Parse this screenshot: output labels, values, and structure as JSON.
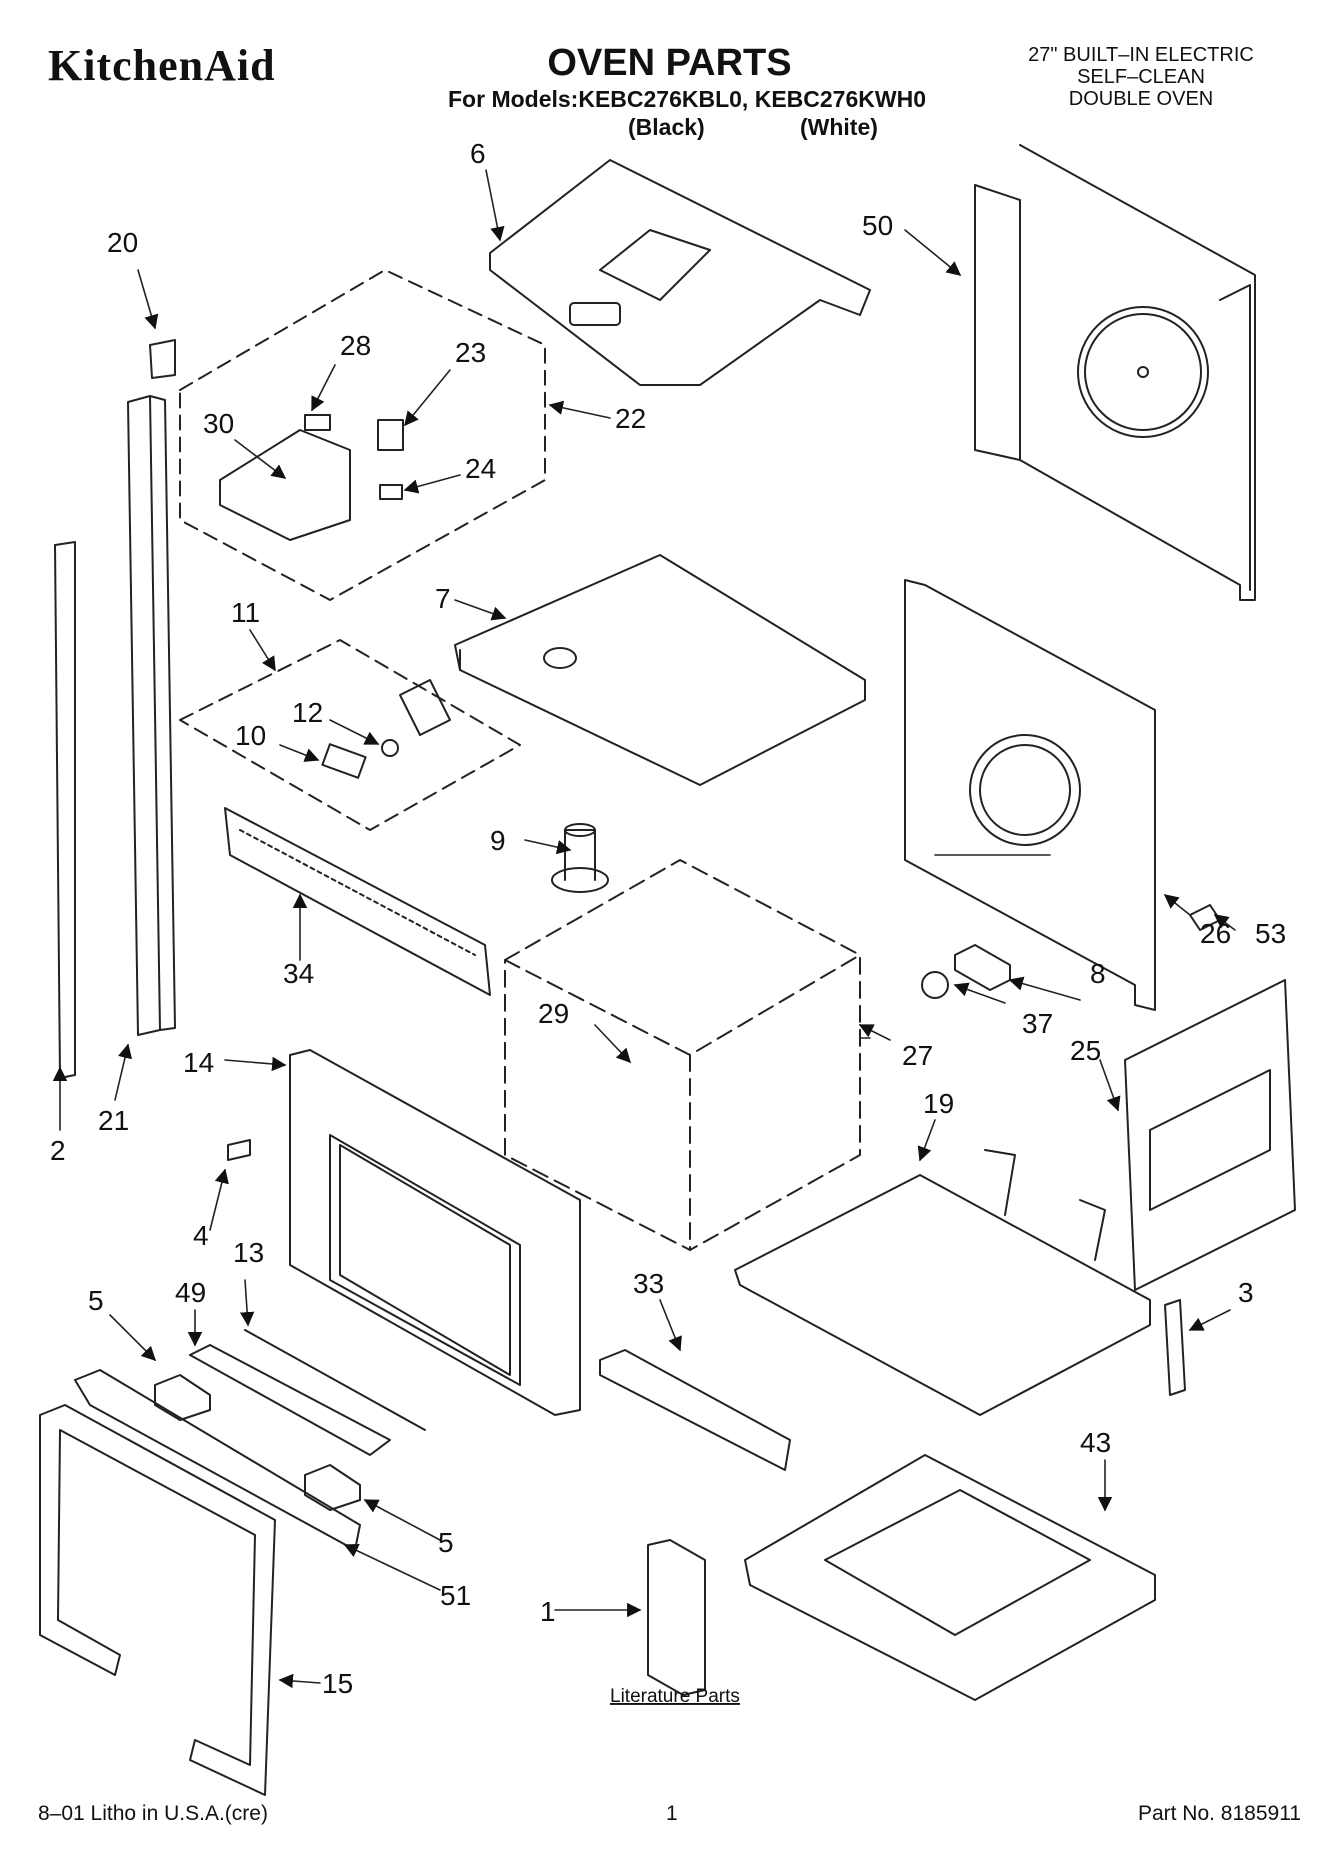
{
  "header": {
    "brand": "KitchenAid",
    "title": "OVEN PARTS",
    "models_line": "For Models:KEBC276KBL0, KEBC276KWH0",
    "color_black": "(Black)",
    "color_white": "(White)",
    "description": [
      "27\" BUILT–IN ELECTRIC",
      "SELF–CLEAN",
      "DOUBLE OVEN"
    ]
  },
  "diagram": {
    "callouts": [
      "1",
      "2",
      "3",
      "4",
      "5",
      "5",
      "6",
      "7",
      "8",
      "9",
      "10",
      "11",
      "12",
      "13",
      "14",
      "15",
      "19",
      "20",
      "21",
      "22",
      "23",
      "24",
      "25",
      "26",
      "27",
      "28",
      "29",
      "30",
      "33",
      "34",
      "37",
      "43",
      "49",
      "50",
      "51",
      "53"
    ],
    "literature_label": "Literature Parts"
  },
  "footer": {
    "left": "8–01 Litho in U.S.A.(cre)",
    "page": "1",
    "part_no": "Part No. 8185911"
  }
}
